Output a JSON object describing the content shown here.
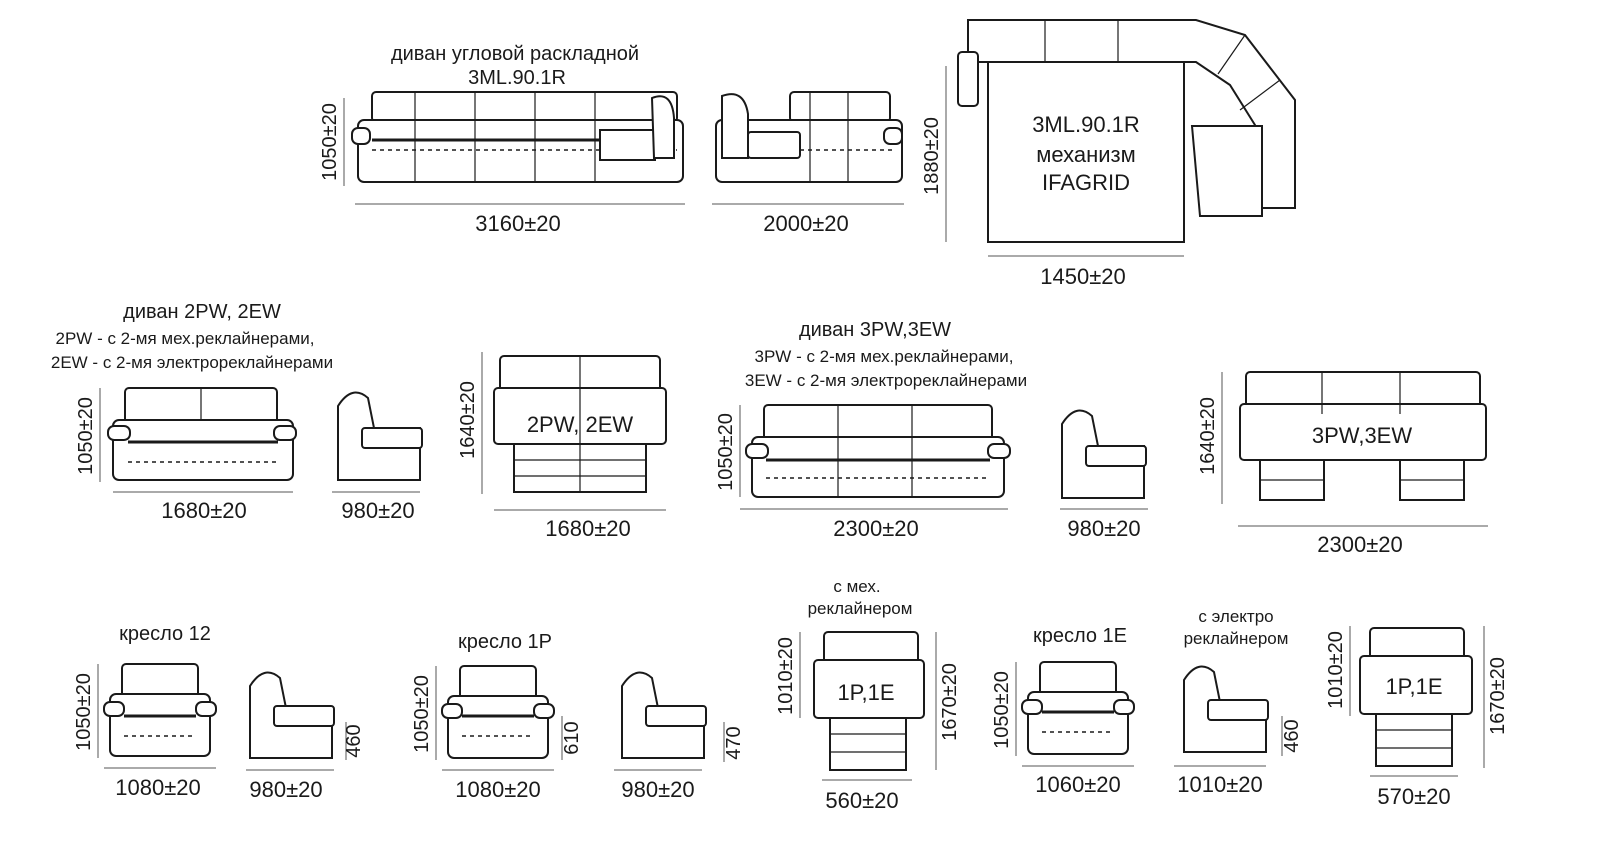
{
  "section_corner": {
    "title": "диван угловой раскладной",
    "model": "3ML.90.1R",
    "height": "1050±20",
    "front_width": "3160±20",
    "side_width": "2000±20",
    "plan_depth": "1880±20",
    "plan_width": "1450±20",
    "plan_label_model": "3ML.90.1R",
    "plan_label_mech": "механизм",
    "plan_label_name": "IFAGRID"
  },
  "section_2pw": {
    "title": "диван 2PW, 2EW",
    "desc_line1": "2PW - с 2-мя  мех.реклайнерами,",
    "desc_line2": "2EW - с 2-мя  электрореклайнерами",
    "height": "1050±20",
    "front_width": "1680±20",
    "side_width": "980±20",
    "plan_depth": "1640±20",
    "plan_width": "1680±20",
    "plan_label": "2PW, 2EW"
  },
  "section_3pw": {
    "title": "диван 3PW,3EW",
    "desc_line1": "3PW - с 2-мя  мех.реклайнерами,",
    "desc_line2": "3EW - с 2-мя  электрореклайнерами",
    "height": "1050±20",
    "front_width": "2300±20",
    "side_width": "980±20",
    "plan_depth": "1640±20",
    "plan_width": "2300±20",
    "plan_label": "3PW,3EW"
  },
  "section_12": {
    "title": "кресло 12",
    "height": "1050±20",
    "front_width": "1080±20",
    "side_width": "980±20",
    "seat_height": "460"
  },
  "section_1p": {
    "title": "кресло 1P",
    "height": "1050±20",
    "front_width": "1080±20",
    "side_width": "980±20",
    "arm_height": "610",
    "seat_height": "470",
    "note_line1": "с мех.",
    "note_line2": "реклайнером",
    "plan_depth": "1010±20",
    "plan_full_depth": "1670±20",
    "plan_width": "560±20",
    "plan_label": "1P,1E"
  },
  "section_1e": {
    "title": "кресло 1E",
    "height": "1050±20",
    "front_width": "1060±20",
    "side_width": "1010±20",
    "seat_height": "460",
    "note_line1": "с  электро",
    "note_line2": "реклайнером",
    "plan_depth": "1010±20",
    "plan_full_depth": "1670±20",
    "plan_width": "570±20",
    "plan_label": "1P,1E"
  }
}
